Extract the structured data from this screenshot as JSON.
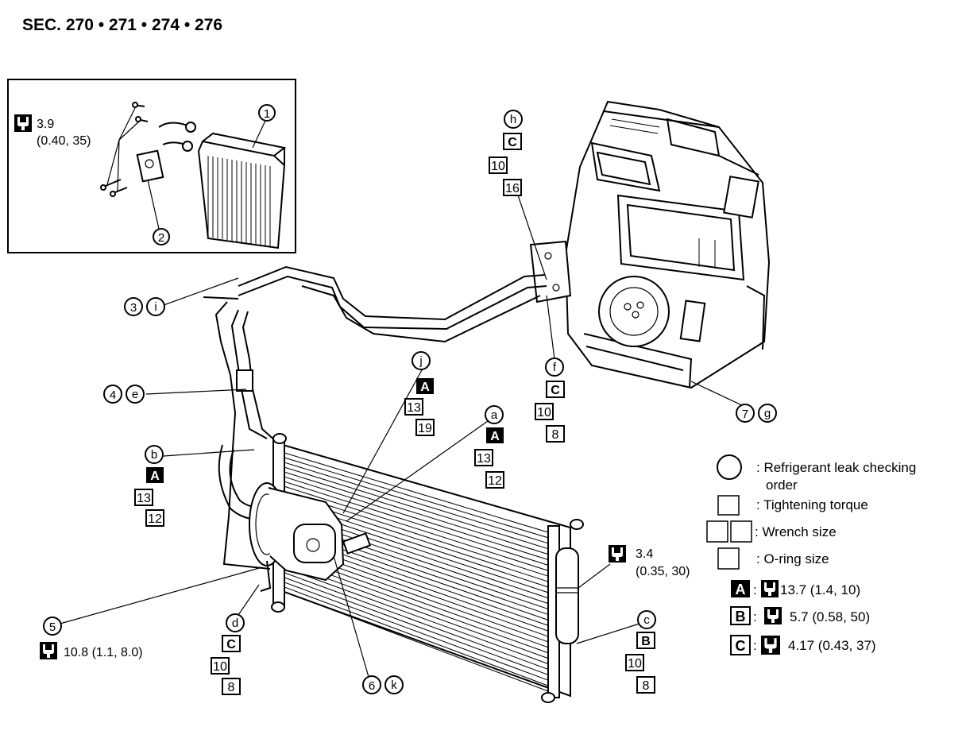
{
  "title": "SEC. 270 • 271 • 274 • 276",
  "inset": {
    "callout_1": "1",
    "callout_2": "2",
    "torque_value": "3.9",
    "torque_alt": "(0.40, 35)"
  },
  "callouts": {
    "n3": "3",
    "i": "i",
    "n4": "4",
    "e": "e",
    "n5": "5",
    "n6": "6",
    "k": "k",
    "n7": "7",
    "g": "g",
    "a": "a",
    "b": "b",
    "c": "c",
    "d": "d",
    "f": "f",
    "h": "h",
    "j": "j"
  },
  "labels": {
    "h_torque": "C",
    "h_wrench": "10",
    "h_oring": "16",
    "f_torque": "C",
    "f_wrench": "10",
    "f_oring": "8",
    "j_torque": "A",
    "j_wrench": "13",
    "j_oring": "19",
    "a_torque": "A",
    "a_wrench": "13",
    "a_oring": "12",
    "b_torque": "A",
    "b_wrench": "13",
    "b_oring": "12",
    "d_torque": "C",
    "d_wrench": "10",
    "d_oring": "8",
    "c_torque": "B",
    "c_wrench": "10",
    "c_oring": "8",
    "torque_5": "10.8 (1.1, 8.0)",
    "torque_34": "3.4",
    "torque_34_alt": "(0.35, 30)"
  },
  "legend": {
    "leak_order_line1": ": Refrigerant leak checking",
    "leak_order_line2": "order",
    "tightening": ": Tightening torque",
    "wrench": ": Wrench size",
    "oring": ": O-ring size",
    "A_key": "A",
    "A_value": "13.7 (1.4, 10)",
    "B_key": "B",
    "B_value": "5.7 (0.58, 50)",
    "C_key": "C",
    "C_value": "4.17 (0.43, 37)"
  },
  "icons": [
    "torque-wrench-icon"
  ]
}
